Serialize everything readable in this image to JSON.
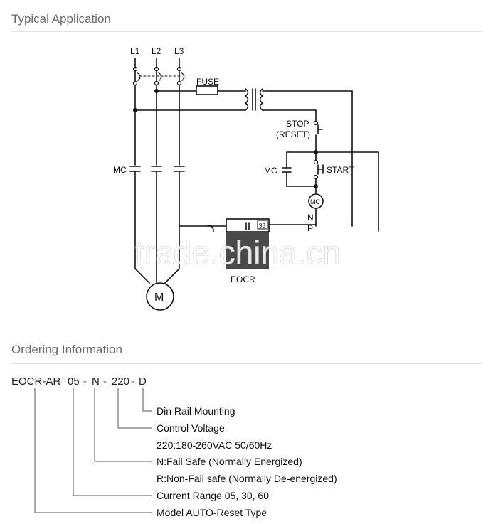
{
  "sections": {
    "typical_title": "Typical Application",
    "ordering_title": "Ordering Information"
  },
  "diagram": {
    "phase_labels": [
      "L1",
      "L2",
      "L3"
    ],
    "fuse": "FUSE",
    "stop_label": "STOP",
    "reset_label": "(RESET)",
    "start_label": "START",
    "mc_left": "MC",
    "mc_right": "MC",
    "mc_coil": "MC",
    "n_label": "N",
    "p_label": "P",
    "terminal_98": "98",
    "eocr_label": "EOCR",
    "motor_label": "M",
    "watermark": "trade.china.cn"
  },
  "ordering": {
    "model_parts": [
      "EOCR-AR",
      "05",
      "N",
      "220",
      "D"
    ],
    "separator": "-",
    "descriptions": [
      "Din Rail Mounting",
      "Control Voltage",
      "220:180-260VAC 50/60Hz",
      "N:Fail Safe (Normally Energized)",
      "R:Non-Fail safe (Normally De-energized)",
      "Current Range 05, 30, 60",
      "Model AUTO-Reset Type"
    ]
  },
  "colors": {
    "separator": "#c0392b",
    "title": "#6b6b6b",
    "rule": "#e0e0e0"
  }
}
